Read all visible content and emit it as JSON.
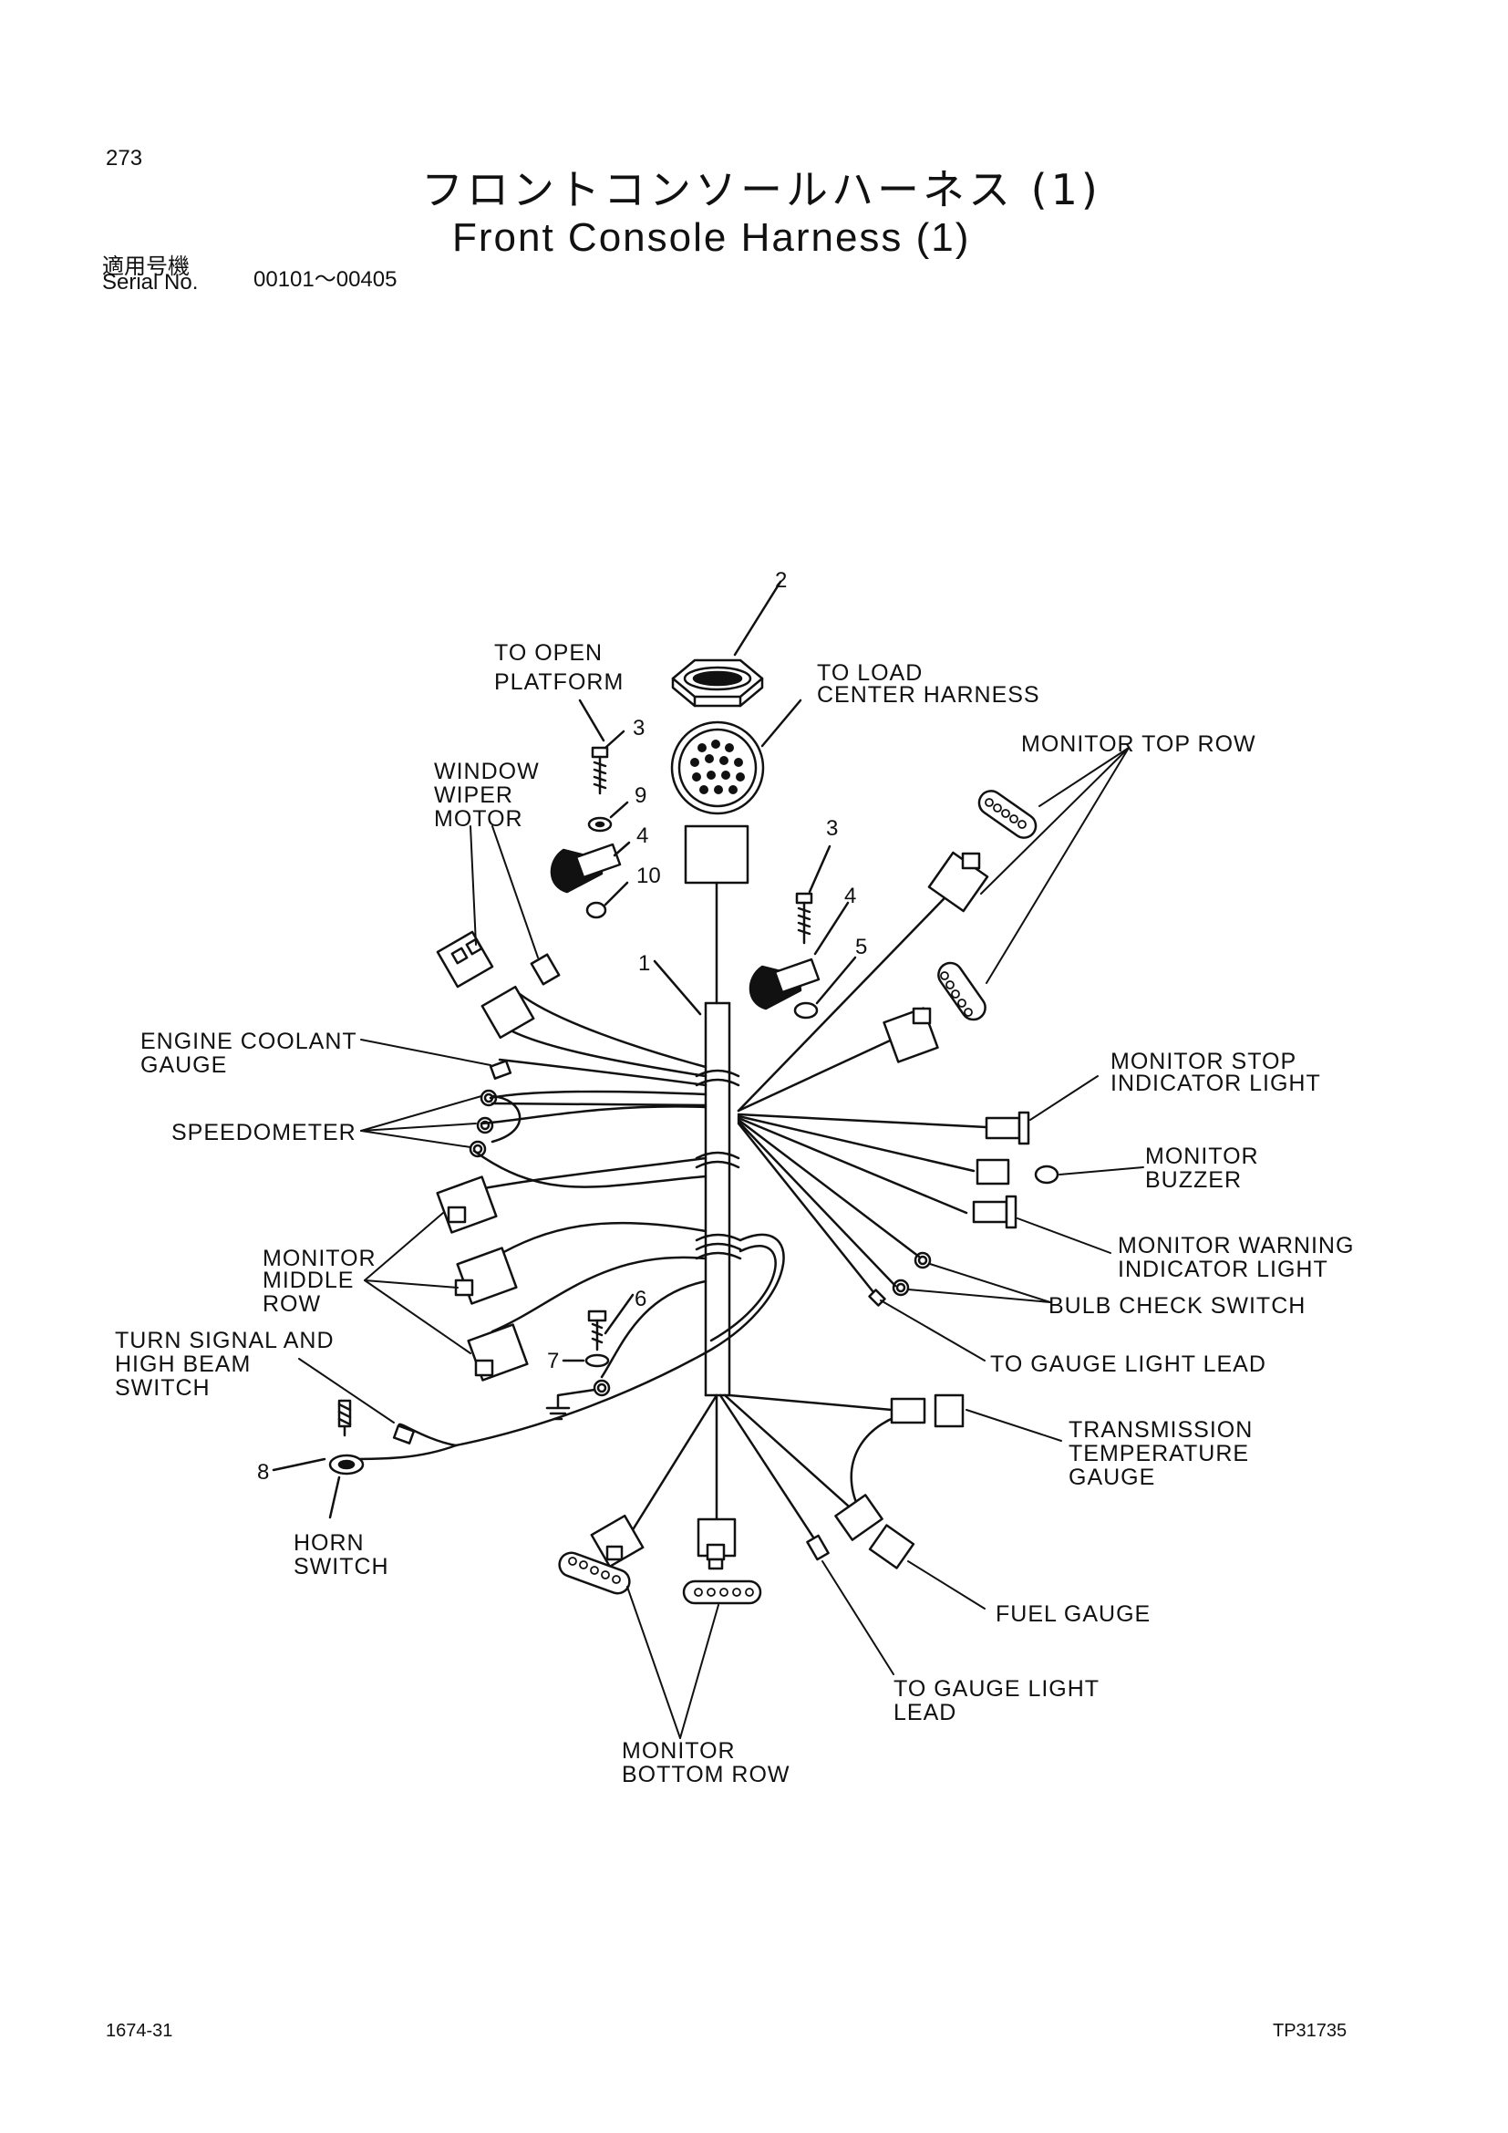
{
  "header": {
    "page_number": "273",
    "title_ja": "フロントコンソールハーネス (1)",
    "title_en": "Front Console Harness (1)",
    "serial_label_ja": "適用号機",
    "serial_label_en": "Serial No.",
    "serial_range": "00101～00405"
  },
  "callouts": {
    "to_open_platform": [
      "TO OPEN",
      "PLATFORM"
    ],
    "to_load_center_harness": [
      "TO LOAD",
      "CENTER HARNESS"
    ],
    "monitor_top_row": [
      "MONITOR TOP ROW"
    ],
    "window_wiper_motor": [
      "WINDOW",
      "WIPER",
      "MOTOR"
    ],
    "engine_coolant_gauge": [
      "ENGINE COOLANT",
      "GAUGE"
    ],
    "speedometer": [
      "SPEEDOMETER"
    ],
    "monitor_stop_indicator_light": [
      "MONITOR STOP",
      "INDICATOR LIGHT"
    ],
    "monitor_buzzer": [
      "MONITOR",
      "BUZZER"
    ],
    "monitor_warning_indicator_light": [
      "MONITOR WARNING",
      "INDICATOR LIGHT"
    ],
    "bulb_check_switch": [
      "BULB CHECK SWITCH"
    ],
    "to_gauge_light_lead_1": [
      "TO GAUGE LIGHT LEAD"
    ],
    "monitor_middle_row": [
      "MONITOR",
      "MIDDLE",
      "ROW"
    ],
    "turn_signal_high_beam_switch": [
      "TURN SIGNAL AND",
      "HIGH BEAM",
      "SWITCH"
    ],
    "horn_switch": [
      "HORN",
      "SWITCH"
    ],
    "transmission_temperature_gauge": [
      "TRANSMISSION",
      "TEMPERATURE",
      "GAUGE"
    ],
    "fuel_gauge": [
      "FUEL GAUGE"
    ],
    "to_gauge_light_lead_2": [
      "TO GAUGE LIGHT",
      "LEAD"
    ],
    "monitor_bottom_row": [
      "MONITOR",
      "BOTTOM ROW"
    ]
  },
  "part_numbers": {
    "p1": "1",
    "p2": "2",
    "p3a": "3",
    "p3b": "3",
    "p4a": "4",
    "p4b": "4",
    "p5": "5",
    "p6": "6",
    "p7": "7",
    "p8": "8",
    "p9": "9",
    "p10": "10"
  },
  "footer": {
    "left_code": "1674-31",
    "right_code": "TP31735"
  }
}
